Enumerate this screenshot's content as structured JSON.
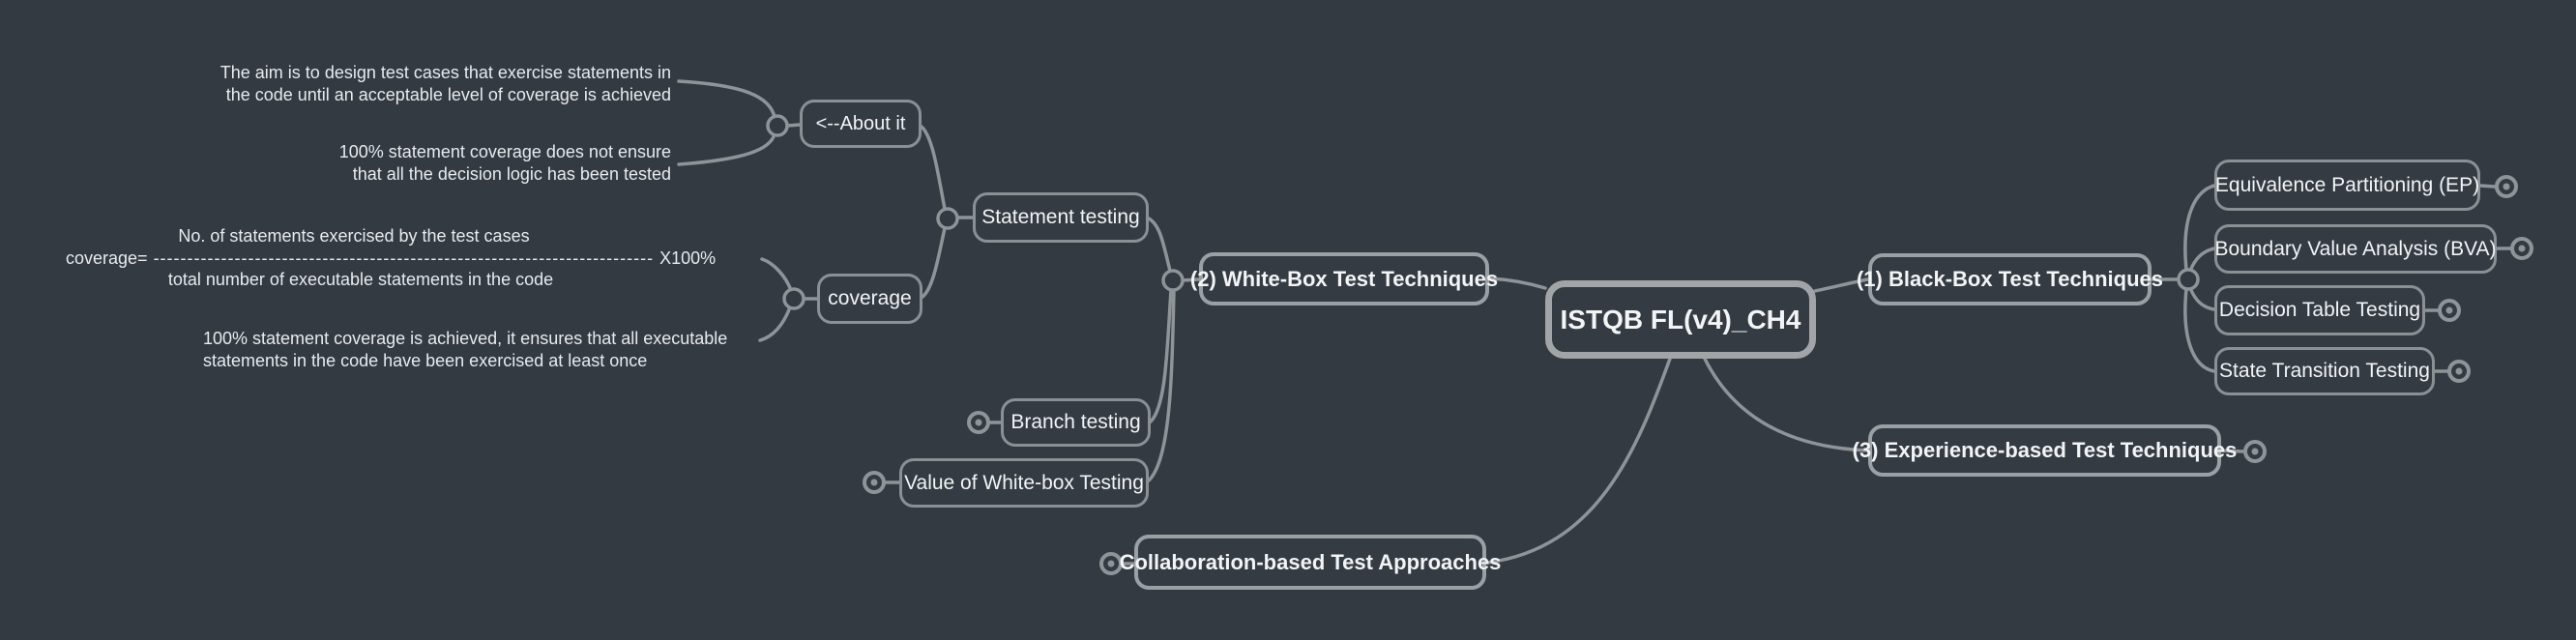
{
  "canvas": {
    "background": "#333a42",
    "line_color": "#8f9498",
    "text_color": "#f2f4f6"
  },
  "nodes": {
    "central": {
      "label": "ISTQB FL(v4)_CH4"
    },
    "blackbox": {
      "label": "(1) Black-Box Test Techniques"
    },
    "ep": {
      "label": "Equivalence Partitioning (EP)"
    },
    "bva": {
      "label": "Boundary Value Analysis (BVA)"
    },
    "dtt": {
      "label": "Decision Table Testing"
    },
    "stt": {
      "label": "State Transition Testing"
    },
    "whitebox": {
      "label": "(2) White-Box Test Techniques"
    },
    "statement": {
      "label": "Statement testing"
    },
    "about": {
      "label": "<--About it"
    },
    "coverage": {
      "label": "coverage"
    },
    "branch": {
      "label": "Branch testing"
    },
    "value_wb": {
      "label": "Value of White-box Testing"
    },
    "experience": {
      "label": "(3) Experience-based Test Techniques"
    },
    "collab": {
      "label": "Collaboration-based Test Approaches"
    }
  },
  "notes": {
    "aim": {
      "line1": "The aim is to design test cases that exercise statements in",
      "line2": "the code until an acceptable level of coverage is achieved"
    },
    "not_ensure": {
      "line1": "100% statement coverage does not ensure",
      "line2": "that all the decision logic has been tested"
    },
    "formula": {
      "numerator": "No. of statements exercised by the test cases",
      "lhs": "coverage=",
      "bar": "--------------------------------------------------------------------------",
      "rhs": "X100%",
      "denominator": "total number of executable statements in the code"
    },
    "achieved": {
      "line1": "100% statement coverage is achieved, it ensures that all executable",
      "line2": "statements in the code have been exercised at least once"
    }
  }
}
